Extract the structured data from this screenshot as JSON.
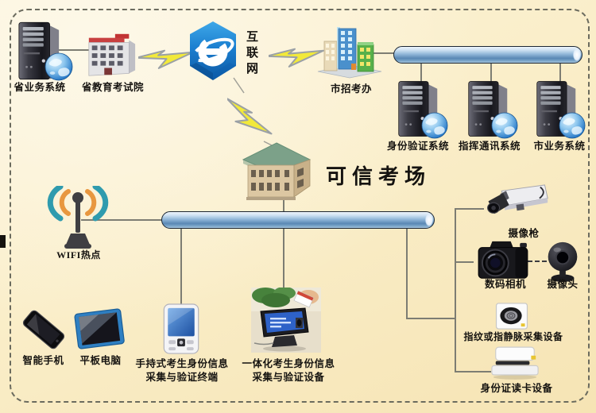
{
  "diagram": {
    "background_color": "#faeec9",
    "accent_colors": {
      "bus_blue": "#5988b4",
      "lightning_yellow": "#f2e93a",
      "ie_blue": "#1b7fd0",
      "wifi_teal": "#2f9bae",
      "wifi_orange": "#e8973f",
      "roof_green": "#84a893"
    },
    "nodes": {
      "provincial_business_system": {
        "label": "省业务系统"
      },
      "provincial_education_exam_institute": {
        "label": "省教育考试院"
      },
      "internet": {
        "label": "互联网"
      },
      "city_admissions_office": {
        "label": "市招考办"
      },
      "identity_verification_system": {
        "label": "身份验证系统"
      },
      "command_communication_system": {
        "label": "指挥通讯系统"
      },
      "city_business_system": {
        "label": "市业务系统"
      },
      "trusted_exam_site": {
        "label": "可信考场"
      },
      "wifi_hotspot": {
        "label": "WIFI热点"
      },
      "smartphone": {
        "label": "智能手机"
      },
      "tablet_pc": {
        "label": "平板电脑"
      },
      "handheld_terminal": {
        "label_line1": "手持式考生身份信息",
        "label_line2": "采集与验证终端"
      },
      "integrated_device": {
        "label_line1": "一体化考生身份信息",
        "label_line2": "采集与验证设备"
      },
      "video_camera": {
        "label": "摄像枪"
      },
      "digital_camera": {
        "label": "数码相机"
      },
      "webcam": {
        "label": "摄像头"
      },
      "fingerprint_collector": {
        "label": "指纹或指静脉采集设备"
      },
      "id_card_reader": {
        "label": "身份证读卡设备"
      }
    }
  }
}
